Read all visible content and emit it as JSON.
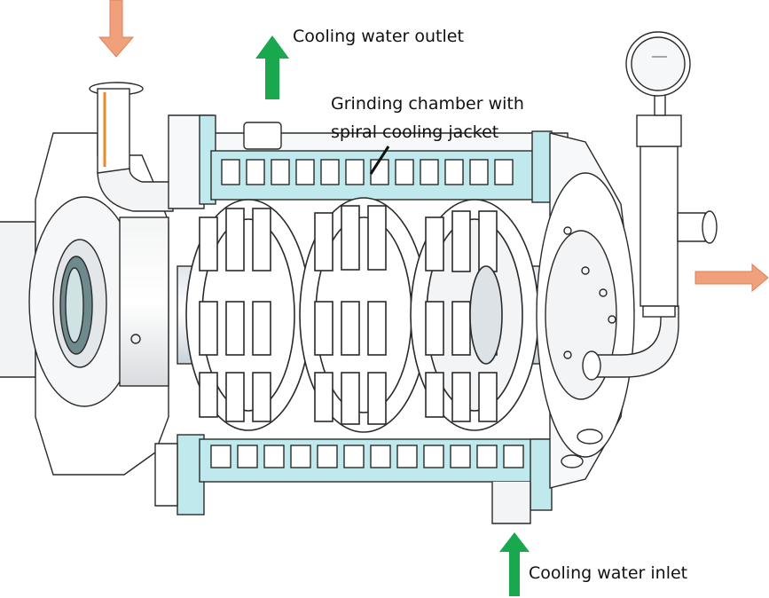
{
  "labels": {
    "cooling_water_outlet": "Cooling water outlet",
    "grinding_chamber_line1": "Grinding chamber with",
    "grinding_chamber_line2": "spiral cooling jacket",
    "cooling_water_inlet": "Cooling water inlet"
  },
  "colors": {
    "cooling_arrow": "#1aa84e",
    "flow_arrow": "#f0a07a",
    "jacket": "#bfe9ec",
    "line": "#2a2a2a",
    "body_fill": "#ffffff",
    "shade": "#e6e8eb",
    "dark_shade": "#7f8a8e",
    "feed_pipe_accent": "#e98a2a"
  }
}
